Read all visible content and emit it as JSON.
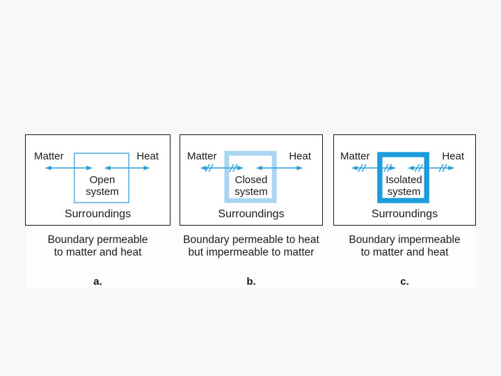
{
  "colors": {
    "page_background": "#f8f8f8",
    "figure_background": "#fdfdfd",
    "panel_border": "#151515",
    "text_color": "#1a1a1a",
    "arrow_blue": "#2B9ED8",
    "open_box_border": "#52ABD8",
    "closed_box_border": "#A8D6F2",
    "isolated_box_border": "#1C9CDB"
  },
  "panels": [
    {
      "matter_label": "Matter",
      "heat_label": "Heat",
      "system_name_line1": "Open",
      "system_name_line2": "system",
      "surroundings_label": "Surroundings",
      "matter_flow": "permeable",
      "heat_flow": "permeable",
      "caption_line1": "Boundary permeable",
      "caption_line2": "to matter and heat",
      "letter": "a."
    },
    {
      "matter_label": "Matter",
      "heat_label": "Heat",
      "system_name_line1": "Closed",
      "system_name_line2": "system",
      "surroundings_label": "Surroundings",
      "matter_flow": "blocked",
      "heat_flow": "permeable",
      "caption_line1": "Boundary permeable to heat",
      "caption_line2": "but impermeable to matter",
      "letter": "b."
    },
    {
      "matter_label": "Matter",
      "heat_label": "Heat",
      "system_name_line1": "Isolated",
      "system_name_line2": "system",
      "surroundings_label": "Surroundings",
      "matter_flow": "blocked",
      "heat_flow": "blocked",
      "caption_line1": "Boundary impermeable",
      "caption_line2": "to matter and heat",
      "letter": "c."
    }
  ]
}
